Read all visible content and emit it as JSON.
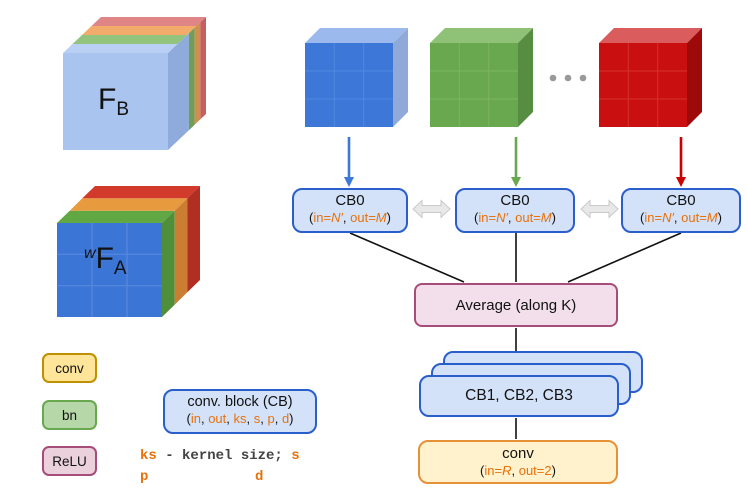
{
  "palette": {
    "fb_front": "#a9c4ef",
    "fb_top_blue": "#b9cff4",
    "fb_top_green": "#93c47d",
    "fb_top_orange": "#f2ab6a",
    "fb_top_red": "#e08585",
    "fb_side_blue": "#8eabdc",
    "fb_side_green": "#6f9e58",
    "fb_side_orange": "#d08f4f",
    "fb_side_red": "#c75f5f",
    "fa_front": "#3b76d6",
    "fa_grid": "#5d8ade",
    "fa_top_green": "#61a744",
    "fa_top_orange": "#e89a3f",
    "fa_top_red": "#d23a2c",
    "fa_side_green": "#4f8f3a",
    "fa_side_orange": "#cb7e32",
    "fa_side_red": "#b02e22",
    "cube_blue_front": "#3d78d8",
    "cube_blue_grid": "#5088e2",
    "cube_blue_top": "#9bb9ec",
    "cube_blue_side": "#8fa9d8",
    "cube_green_front": "#6aa84f",
    "cube_green_grid": "#7cb363",
    "cube_green_top": "#8fc177",
    "cube_green_side": "#568d40",
    "cube_red_front": "#c90f0f",
    "cube_red_grid": "#d63030",
    "cube_red_top": "#da5c5c",
    "cube_red_side": "#9e0a0a",
    "arrow_blue": "#3c78d8",
    "arrow_green": "#6aa84f",
    "arrow_red": "#cc0000",
    "dots": "#999999",
    "double_arrow": "#e8e8e8",
    "double_arrow_edge": "#c9c9c9",
    "connector": "#111111",
    "box_blue_fill": "#d3e2f8",
    "box_blue_border": "#2a5ecb",
    "avg_fill": "#f2dfeb",
    "avg_border": "#a64d79",
    "conv_fill": "#fff2cc",
    "conv_border": "#e69138",
    "legend_conv_fill": "#ffe599",
    "legend_conv_border": "#bf9000",
    "bn_fill": "#b6d7a8",
    "bn_border": "#6aa84f",
    "relu_fill": "#ead1dc",
    "relu_border": "#a64d79",
    "orange_text": "#e8710a",
    "dark_text": "#111111",
    "caption_gray": "#434343"
  },
  "left_cubes": {
    "fb": {
      "main": "F",
      "sub": "B"
    },
    "fa": {
      "sup": "w",
      "main": "F",
      "sub": "A"
    }
  },
  "cb0_row": {
    "boxes": [
      {
        "title": "CB0",
        "params": [
          {
            "t": "(",
            "c": "#111111"
          },
          {
            "t": "in=",
            "c": "#e8710a"
          },
          {
            "t": "N′",
            "c": "#e8710a",
            "i": true
          },
          {
            "t": ", ",
            "c": "#111111"
          },
          {
            "t": "out=",
            "c": "#e8710a"
          },
          {
            "t": "M",
            "c": "#e8710a",
            "i": true
          },
          {
            "t": ")",
            "c": "#111111"
          }
        ]
      },
      {
        "title": "CB0",
        "params": [
          {
            "t": "(",
            "c": "#111111"
          },
          {
            "t": "in=",
            "c": "#e8710a"
          },
          {
            "t": "N′",
            "c": "#e8710a",
            "i": true
          },
          {
            "t": ", ",
            "c": "#111111"
          },
          {
            "t": "out=",
            "c": "#e8710a"
          },
          {
            "t": "M",
            "c": "#e8710a",
            "i": true
          },
          {
            "t": ")",
            "c": "#111111"
          }
        ]
      },
      {
        "title": "CB0",
        "params": [
          {
            "t": "(",
            "c": "#111111"
          },
          {
            "t": "in=",
            "c": "#e8710a"
          },
          {
            "t": "N′",
            "c": "#e8710a",
            "i": true
          },
          {
            "t": ", ",
            "c": "#111111"
          },
          {
            "t": "out=",
            "c": "#e8710a"
          },
          {
            "t": "M",
            "c": "#e8710a",
            "i": true
          },
          {
            "t": ")",
            "c": "#111111"
          }
        ]
      }
    ]
  },
  "average_box": {
    "label": "Average (along K)"
  },
  "stack_box": {
    "label": "CB1, CB2, CB3"
  },
  "conv_box": {
    "title": "conv",
    "params": [
      {
        "t": "(",
        "c": "#111111"
      },
      {
        "t": "in=",
        "c": "#e8710a"
      },
      {
        "t": "R",
        "c": "#e8710a",
        "i": true
      },
      {
        "t": ", ",
        "c": "#111111"
      },
      {
        "t": "out=",
        "c": "#e8710a"
      },
      {
        "t": "2",
        "c": "#e8710a"
      },
      {
        "t": ")",
        "c": "#111111"
      }
    ]
  },
  "legend": {
    "items": [
      {
        "label": "conv"
      },
      {
        "label": "bn"
      },
      {
        "label": "ReLU"
      }
    ]
  },
  "cb_block": {
    "title": "conv. block (CB)",
    "params": [
      {
        "t": "(",
        "c": "#111111"
      },
      {
        "t": "in",
        "c": "#e8710a"
      },
      {
        "t": ", ",
        "c": "#111111"
      },
      {
        "t": "out",
        "c": "#e8710a"
      },
      {
        "t": ", ",
        "c": "#111111"
      },
      {
        "t": "ks",
        "c": "#e8710a"
      },
      {
        "t": ", ",
        "c": "#111111"
      },
      {
        "t": "s",
        "c": "#e8710a"
      },
      {
        "t": ", ",
        "c": "#111111"
      },
      {
        "t": "p",
        "c": "#e8710a"
      },
      {
        "t": ", ",
        "c": "#111111"
      },
      {
        "t": "d",
        "c": "#e8710a"
      },
      {
        "t": ")",
        "c": "#111111"
      }
    ]
  },
  "caption": {
    "line1": [
      {
        "t": "ks",
        "c": "#e8710a"
      },
      {
        "t": " - kernel size; ",
        "c": "#434343"
      },
      {
        "t": "s",
        "c": "#e8710a"
      }
    ],
    "p": "p",
    "d": "d"
  }
}
